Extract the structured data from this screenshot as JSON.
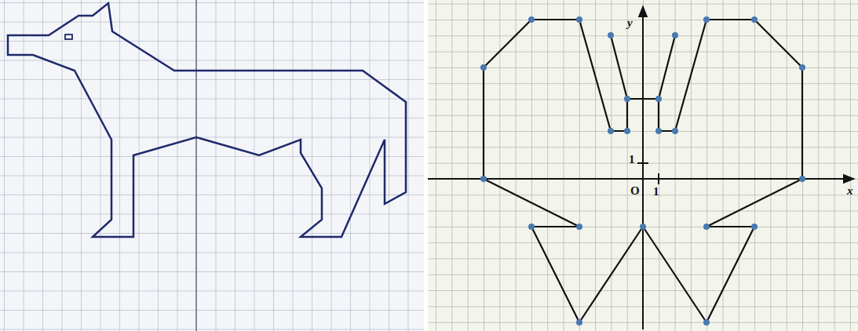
{
  "diagram": {
    "labels": [
      "y",
      "O",
      "1",
      "1",
      "x"
    ]
  }
}
